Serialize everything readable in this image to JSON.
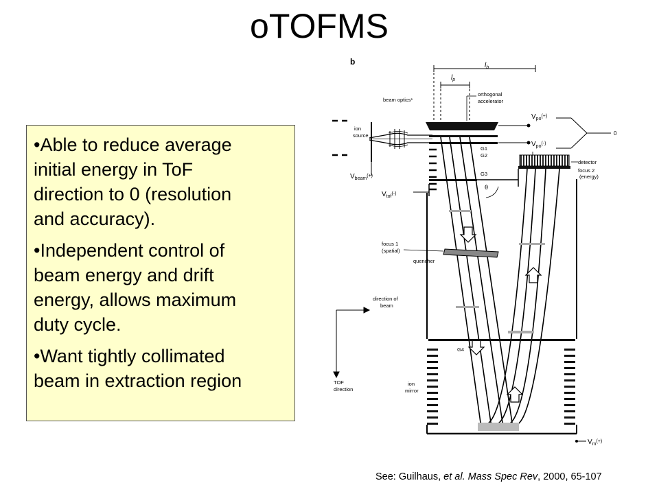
{
  "title": "oTOFMS",
  "bullets": [
    {
      "lines": [
        "•Able to reduce average",
        "initial energy in ToF",
        "direction to 0 (resolution",
        "and accuracy)."
      ]
    },
    {
      "lines": [
        "•Independent control of",
        "beam energy and drift",
        "energy, allows maximum",
        "duty cycle."
      ]
    },
    {
      "lines": [
        "•Want tightly collimated",
        "beam in extraction region"
      ]
    }
  ],
  "citation": {
    "prefix": "See: Guilhaus, ",
    "author_italic": "et al. Mass Spec Rev",
    "suffix": ", 2000, 65-107"
  },
  "diagram": {
    "panel_letter": "b",
    "lb_label": "l",
    "lb_sub": "b",
    "lp_label": "l",
    "lp_sub": "p",
    "beam_optics": "beam optics*",
    "orth_accel_1": "orthogonal",
    "orth_accel_2": "accelerator",
    "ion_source_1": "ion",
    "ion_source_2": "source",
    "vpo_plus": "po",
    "vpo_plus_sign": "(+)",
    "vpo_minus": "po",
    "vpo_minus_sign": "(-)",
    "zero": "0",
    "g1": "G1",
    "g2": "G2",
    "g3": "G3",
    "g4": "G4",
    "vbeam_sub": "beam",
    "vbeam_sign": "(+)",
    "vtof_sub": "tof",
    "vtof_sign": "(-)",
    "theta": "θ",
    "detector": "detector",
    "focus2_1": "focus 2",
    "focus2_2": "(energy)",
    "focus1_1": "focus 1",
    "focus1_2": "(spatial)",
    "quencher": "quencher",
    "dir_beam_1": "direction of",
    "dir_beam_2": "beam",
    "tof_dir_1": "TOF",
    "tof_dir_2": "direction",
    "ion_mirror_1": "ion",
    "ion_mirror_2": "mirror",
    "vm_sub": "m",
    "vm_sign": "(+)",
    "v_letter": "V"
  }
}
